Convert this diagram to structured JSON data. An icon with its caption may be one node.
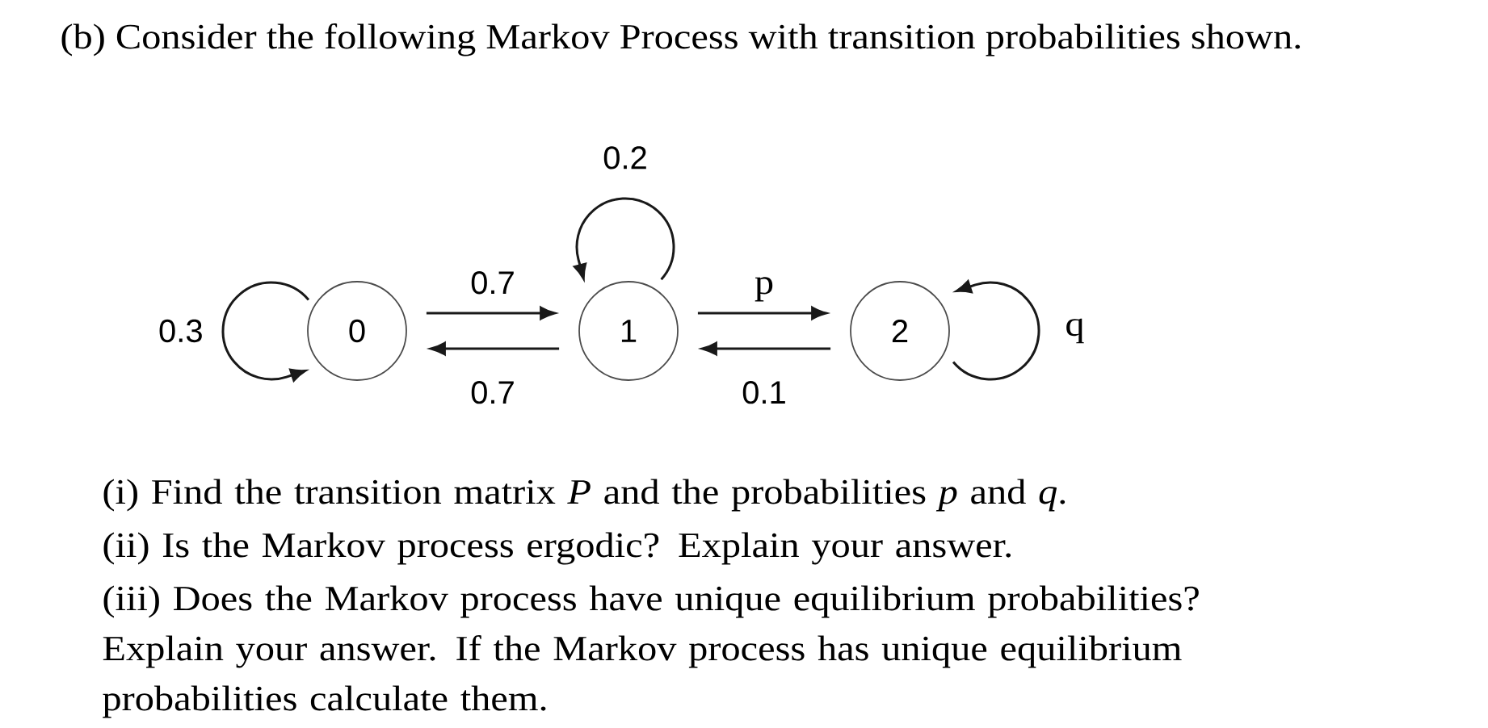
{
  "diagram": {
    "title": "(b) Consider the following Markov Process with transition probabilities shown.",
    "nodes": [
      {
        "text": [
          "0"
        ]
      },
      {
        "text": [
          "1"
        ]
      },
      {
        "text": [
          "2"
        ]
      }
    ],
    "edges": [
      {
        "from": 0,
        "to": 0,
        "arrow": "to",
        "label": "0.3"
      },
      {
        "from": 0,
        "to": 1,
        "arrow": "to",
        "label": "0.7"
      },
      {
        "from": 1,
        "to": 0,
        "arrow": "to",
        "label": "0.7"
      },
      {
        "from": 1,
        "to": 1,
        "arrow": "to",
        "label": "0.2"
      },
      {
        "from": 1,
        "to": 2,
        "arrow": "to",
        "label": "p"
      },
      {
        "from": 2,
        "to": 1,
        "arrow": "to",
        "label": "0.1"
      },
      {
        "from": 2,
        "to": 2,
        "arrow": "to",
        "label": "q"
      }
    ],
    "labels": [
      "(i) Find the transition matrix *P* and the probabilities *p* and *q*.",
      "(ii) Is the Markov process ergodic? Explain your answer.",
      "(iii) Does the Markov process have unique equilibrium probabilities? Explain your answer. If the Markov process has unique equilibrium probabilities calculate them."
    ]
  }
}
